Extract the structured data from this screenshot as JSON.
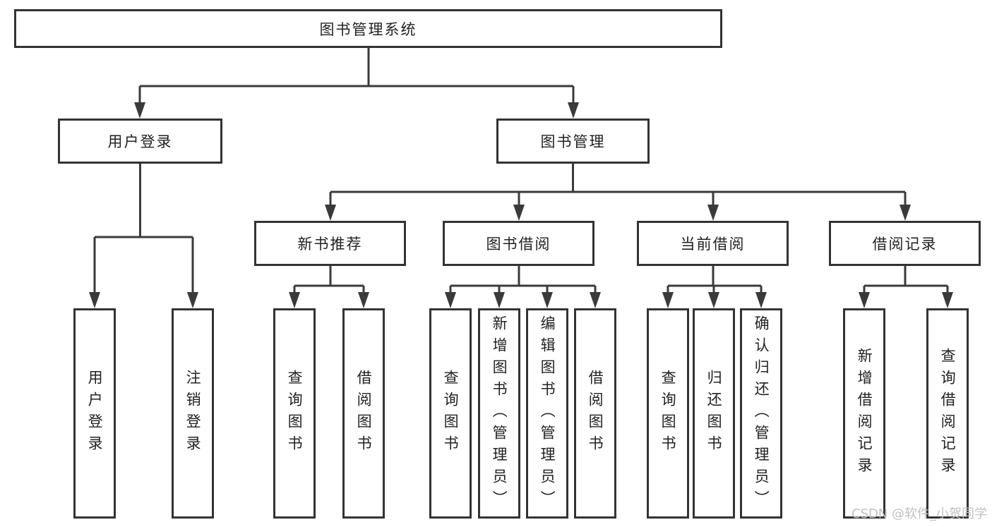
{
  "colors": {
    "line": "#3a3a3a",
    "box_border": "#333333",
    "box_fill": "#ffffff",
    "text": "#222222",
    "watermark_text": "#c1c1c1"
  },
  "root": {
    "label": "图书管理系统"
  },
  "level2": {
    "user_login": {
      "label": "用户登录"
    },
    "book_management": {
      "label": "图书管理"
    }
  },
  "level3": {
    "new_book_recommend": {
      "label": "新书推荐"
    },
    "book_borrow": {
      "label": "图书借阅"
    },
    "current_borrow": {
      "label": "当前借阅"
    },
    "borrow_records": {
      "label": "借阅记录"
    }
  },
  "level4": {
    "user_login": [
      "用户登录",
      "注销登录"
    ],
    "new_book_recommend": [
      "查询图书",
      "借阅图书"
    ],
    "book_borrow": [
      "查询图书",
      "新增图书（管理员）",
      "编辑图书（管理员）",
      "借阅图书"
    ],
    "current_borrow": [
      "查询图书",
      "归还图书",
      "确认归还（管理员）"
    ],
    "borrow_records": [
      "新增借阅记录",
      "查询借阅记录"
    ]
  },
  "watermark": "CSDN @软件_小贺同学"
}
